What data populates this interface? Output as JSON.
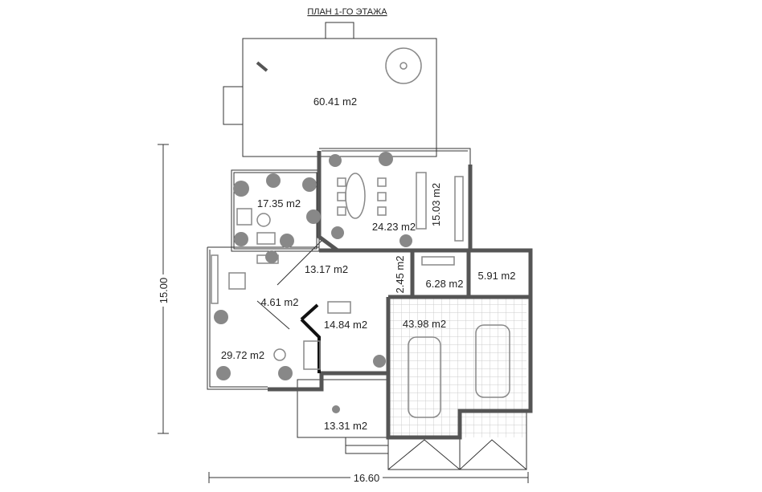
{
  "title": "ПЛАН 1-ГО ЭТАЖА",
  "rooms": {
    "terrace": "60.41 m2",
    "room_left_top": "17.35 m2",
    "dining": "24.23 m2",
    "kitchen": "15.03 m2",
    "hall": "13.17 m2",
    "wc": "2.45 m2",
    "boiler": "6.28 m2",
    "storage": "5.91 m2",
    "stair": "4.61 m2",
    "entry": "14.84 m2",
    "garage": "43.98 m2",
    "living": "29.72 m2",
    "porch": "13.31 m2"
  },
  "dimensions": {
    "width": "16.60",
    "height": "15.00"
  }
}
